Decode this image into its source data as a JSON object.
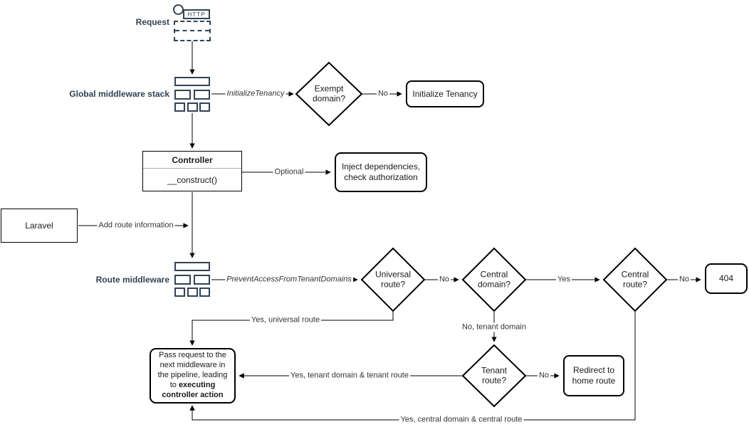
{
  "colors": {
    "accent": "#314354",
    "line": "#000000",
    "divider": "#b0b0b0"
  },
  "labels": {
    "request": "Request",
    "http": "HTTP",
    "global_middleware": "Global middleware stack",
    "route_middleware": "Route middleware",
    "laravel": "Laravel",
    "controller_title": "Controller",
    "controller_method": "__construct()"
  },
  "decisions": {
    "exempt_domain": "Exempt domain?",
    "universal_route": "Universal route?",
    "central_domain": "Central domain?",
    "central_route": "Central route?",
    "tenant_route": "Tenant route?"
  },
  "actions": {
    "initialize_tenancy": "Initialize Tenancy",
    "inject_dependencies": "Inject dependencies, check authorization",
    "not_found": "404",
    "redirect_home": "Redirect to home route",
    "pass_request_prefix": "Pass request to the next middleware in the pipeline, leading to ",
    "pass_request_bold": "executing controller action"
  },
  "edge_labels": {
    "initialize_tenancy_mw": "InitializeTenancy",
    "prevent_access_mw": "PreventAccessFromTenantDomains",
    "no_exempt": "No",
    "optional": "Optional",
    "add_route_information": "Add route information",
    "no_universal": "No",
    "yes_central_domain": "Yes",
    "no_central_route": "No",
    "no_tenant_domain": "No, tenant domain",
    "no_tenant_route": "No",
    "yes_universal_route": "Yes, universal route",
    "yes_tenant_route": "Yes, tenant domain & tenant route",
    "yes_central_route": "Yes, central domain & central route"
  }
}
